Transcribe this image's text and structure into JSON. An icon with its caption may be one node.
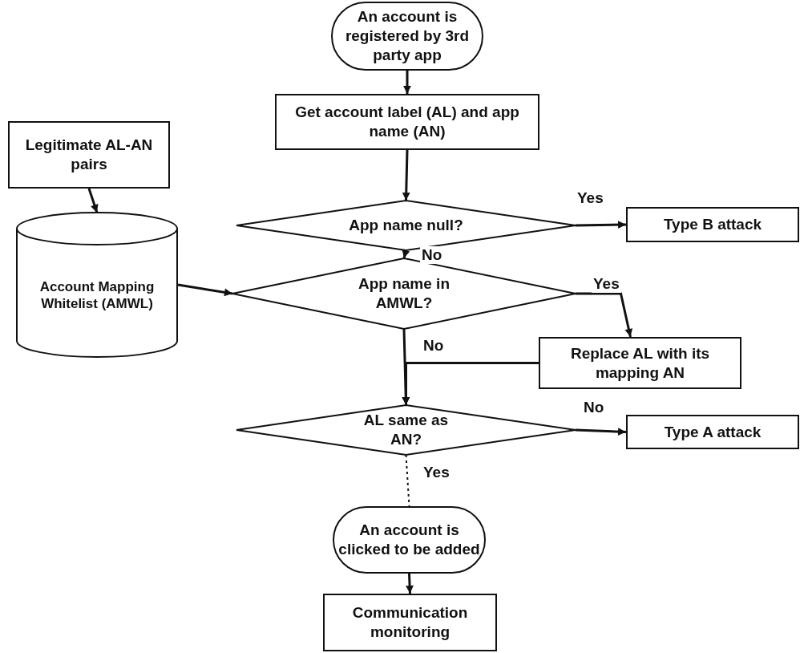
{
  "diagram": {
    "nodes": [
      {
        "text": [
          "An account is registered by 3rd party app"
        ]
      },
      {
        "text": [
          "Get account label (AL) and app name (AN)"
        ]
      },
      {
        "text": [
          "App name null?"
        ]
      },
      {
        "text": [
          "Type B attack"
        ]
      },
      {
        "text": [
          "Legitimate AL-AN pairs"
        ]
      },
      {
        "text": [
          "Account Mapping Whitelist (AMWL)"
        ]
      },
      {
        "text": [
          "App name in AMWL?"
        ]
      },
      {
        "text": [
          "Replace AL with its mapping AN"
        ]
      },
      {
        "text": [
          "AL same as AN?"
        ]
      },
      {
        "text": [
          "Type A attack"
        ]
      },
      {
        "text": [
          "An account is clicked to be added"
        ]
      },
      {
        "text": [
          "Communication monitoring"
        ]
      }
    ],
    "edges": [
      {
        "from": 0,
        "to": 1,
        "arrow": "to"
      },
      {
        "from": 1,
        "to": 2,
        "arrow": "to"
      },
      {
        "from": 2,
        "to": 3,
        "arrow": "to",
        "label": "Yes"
      },
      {
        "from": 2,
        "to": 6,
        "arrow": "to",
        "label": "No"
      },
      {
        "from": 4,
        "to": 5,
        "arrow": "to"
      },
      {
        "from": 5,
        "to": 6,
        "arrow": "to"
      },
      {
        "from": 6,
        "to": 7,
        "arrow": "to",
        "label": "Yes"
      },
      {
        "from": 6,
        "to": 8,
        "arrow": "to",
        "label": "No"
      },
      {
        "from": 7,
        "to": 8,
        "arrow": "to"
      },
      {
        "from": 8,
        "to": 9,
        "arrow": "to",
        "label": "No"
      },
      {
        "from": 8,
        "to": 10,
        "arrow": "none",
        "label": "Yes",
        "style": "dashed"
      },
      {
        "from": 10,
        "to": 11,
        "arrow": "to"
      }
    ]
  }
}
